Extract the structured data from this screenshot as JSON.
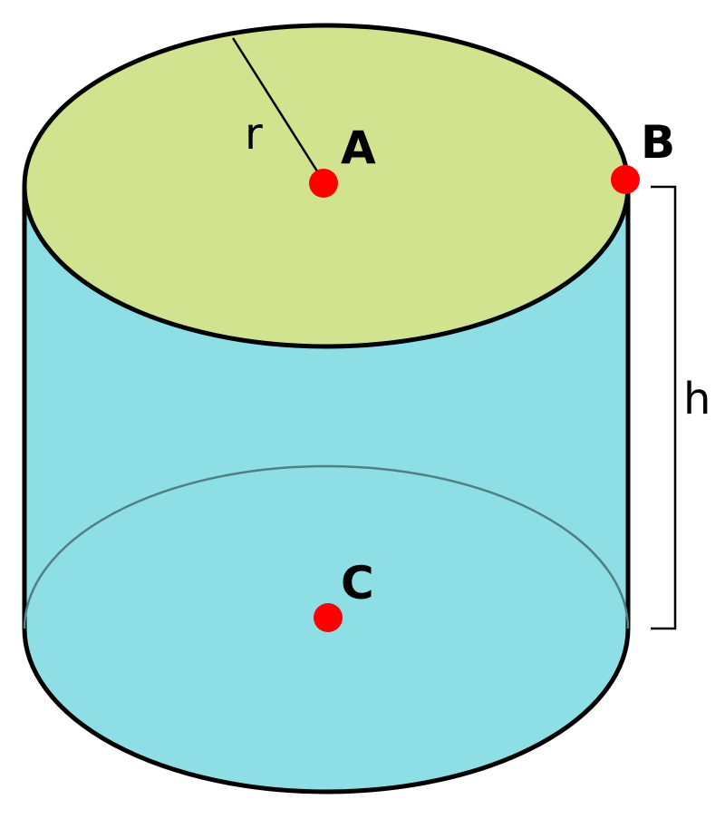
{
  "diagram": {
    "title": "Cylinder",
    "labels": {
      "radius": "r",
      "height": "h",
      "point_a": "A",
      "point_b": "B",
      "point_c": "C"
    },
    "colors": {
      "top_face": "#d1e38f",
      "side_face": "#8ddee5",
      "outline": "#000000",
      "points": "#ff0000",
      "hidden_edge": "#4f7f83"
    }
  }
}
